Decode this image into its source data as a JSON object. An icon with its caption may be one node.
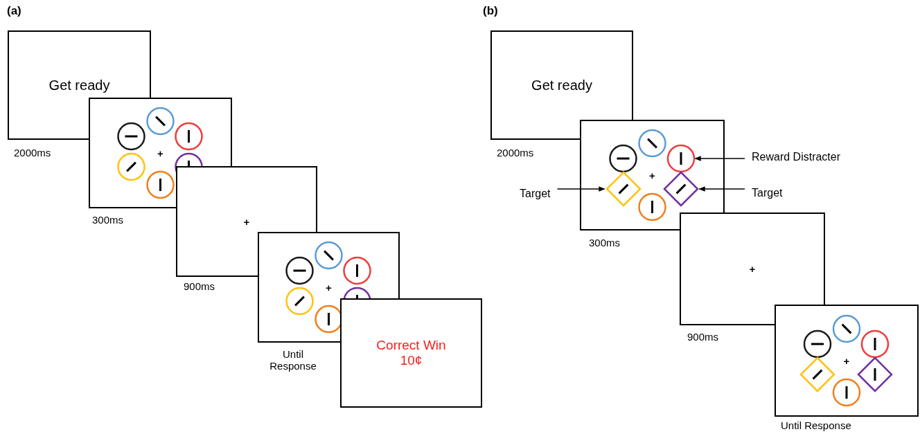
{
  "diagram": {
    "nodes": [
      {
        "text": [
          "Get ready"
        ],
        "beside": [
          "2000ms"
        ]
      },
      {
        "text": [
          "+"
        ],
        "beside": [
          "300ms"
        ]
      },
      {
        "text": [
          "+"
        ],
        "beside": [
          "900ms"
        ]
      },
      {
        "text": [
          "+"
        ],
        "beside": [
          "Until Response"
        ]
      },
      {
        "text": [
          "Correct Win 10¢"
        ]
      },
      {
        "text": [
          "Get ready"
        ],
        "beside": [
          "2000ms"
        ]
      },
      {
        "text": [
          "+"
        ],
        "beside": [
          "300ms"
        ]
      },
      {
        "text": [],
        "shape": "circle",
        "in": 6
      },
      {
        "text": [],
        "shape": "diamond",
        "in": 6
      },
      {
        "text": [],
        "shape": "diamond",
        "in": 6
      },
      {
        "text": [
          "Reward Distracter"
        ]
      },
      {
        "text": [
          "Target"
        ]
      },
      {
        "text": [
          "Target"
        ]
      },
      {
        "text": [
          "+"
        ],
        "beside": [
          "900ms"
        ]
      },
      {
        "text": [
          "+"
        ],
        "beside": [
          "Until Response"
        ]
      }
    ],
    "edges": [
      {
        "from": 10,
        "to": 7,
        "arrow": "to"
      },
      {
        "from": 11,
        "to": 8,
        "arrow": "to"
      },
      {
        "from": 12,
        "to": 9,
        "arrow": "to"
      }
    ],
    "labels": [
      "(a)",
      "(b)"
    ]
  }
}
